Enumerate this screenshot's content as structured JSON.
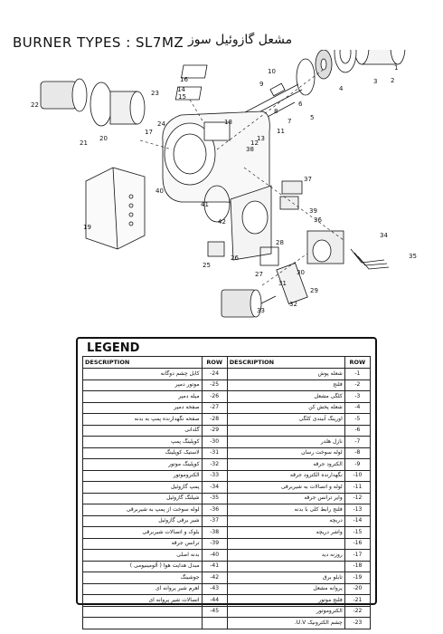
{
  "title": "BURNER TYPES : SL7MZ",
  "title_fa": "مشعل گازوئیل سوز",
  "legend_title": "LEGEND",
  "headers": {
    "description": "DESCRIPTION",
    "row": "ROW"
  },
  "legend_rows": [
    {
      "left_desc": "کابل چشم دوگانه",
      "left_row": "-24",
      "right_desc": "شعله پوش",
      "right_row": "-1"
    },
    {
      "left_desc": "موتور دمپر",
      "left_row": "-25",
      "right_desc": "فلنج",
      "right_row": "-2"
    },
    {
      "left_desc": "میله دمپر",
      "left_row": "-26",
      "right_desc": "کلگی مشعل",
      "right_row": "-3"
    },
    {
      "left_desc": "صفحه دمپر",
      "left_row": "-27",
      "right_desc": "شعله پخش کن",
      "right_row": "-4"
    },
    {
      "left_desc": "صفحه نگهدارنده پمپ به بدنه",
      "left_row": "-28",
      "right_desc": "اورینگ آببندی کلگی",
      "right_row": "-5"
    },
    {
      "left_desc": "گلدانی",
      "left_row": "-29",
      "right_desc": "",
      "right_row": "-6"
    },
    {
      "left_desc": "کوپلینگ پمپ",
      "left_row": "-30",
      "right_desc": "نازل هلدر",
      "right_row": "-7"
    },
    {
      "left_desc": "لاستیک کوپلینگ",
      "left_row": "-31",
      "right_desc": "لوله سوخت رسان",
      "right_row": "-8"
    },
    {
      "left_desc": "کوپلینگ موتور",
      "left_row": "-32",
      "right_desc": "الکترود جرقه",
      "right_row": "-9"
    },
    {
      "left_desc": "الکتروموتور",
      "left_row": "-33",
      "right_desc": "نگهدارنده الکترود جرقه",
      "right_row": "-10"
    },
    {
      "left_desc": "پمپ گازوئیل",
      "left_row": "-34",
      "right_desc": "لوله و اتصالات به شیربرقی",
      "right_row": "-11"
    },
    {
      "left_desc": "شیلنگ گازوئیل",
      "left_row": "-35",
      "right_desc": "وایر ترانس جرقه",
      "right_row": "-12"
    },
    {
      "left_desc": "لوله سوخت از پمپ به شیربرقی",
      "left_row": "-36",
      "right_desc": "فلنج رابط کلی با بدنه",
      "right_row": "-13"
    },
    {
      "left_desc": "شیر برقی گازوئیل",
      "left_row": "-37",
      "right_desc": "دریچه",
      "right_row": "-14"
    },
    {
      "left_desc": "بلوک و اتصالات شیربرقی",
      "left_row": "-38",
      "right_desc": "واشر دریچه",
      "right_row": "-15"
    },
    {
      "left_desc": "ترانس جرقه",
      "left_row": "-39",
      "right_desc": "",
      "right_row": "-16"
    },
    {
      "left_desc": "بدنه اصلی",
      "left_row": "-40",
      "right_desc": "روزنه دید",
      "right_row": "-17"
    },
    {
      "left_desc": "مبدل هدایت هوا ( آلومینیومی )",
      "left_row": "-41",
      "right_desc": "",
      "right_row": "-18"
    },
    {
      "left_desc": "جوشینگ",
      "left_row": "-42",
      "right_desc": "تابلو برق",
      "right_row": "-19"
    },
    {
      "left_desc": "اهرم شیر پروانه ای",
      "left_row": "-43",
      "right_desc": "پروانه مشعل",
      "right_row": "-20"
    },
    {
      "left_desc": "اتصالات شیر پروانه ای",
      "left_row": "-44",
      "right_desc": "فلنج موتور",
      "right_row": "-21"
    },
    {
      "left_desc": "",
      "left_row": "-45",
      "right_desc": "الکتروموتور",
      "right_row": "-22"
    },
    {
      "left_desc": "",
      "left_row": "",
      "right_desc": "چشم الکترونیک U.V.",
      "right_row": "-23"
    }
  ],
  "callouts": [
    "1",
    "2",
    "3",
    "4",
    "5",
    "6",
    "7",
    "8",
    "9",
    "10",
    "11",
    "12",
    "13",
    "14",
    "15",
    "16",
    "17",
    "18",
    "19",
    "20",
    "21",
    "22",
    "23",
    "24",
    "25",
    "26",
    "27",
    "28",
    "29",
    "30",
    "31",
    "32",
    "33",
    "34",
    "35",
    "36",
    "37",
    "38",
    "39",
    "40",
    "41",
    "42"
  ]
}
